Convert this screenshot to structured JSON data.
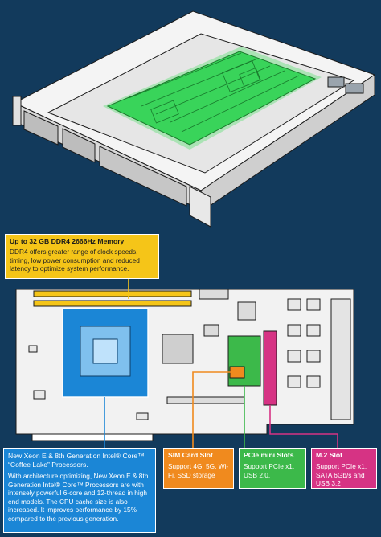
{
  "callouts": {
    "memory": {
      "title": "Up to 32 GB DDR4 2666Hz Memory",
      "body": "DDR4 offers greater range of clock speeds, timing, low power consumption and reduced latency to optimize system performance."
    },
    "cpu": {
      "title": "New Xeon E & 8th Generation Intel® Core™ “Coffee Lake” Processors.",
      "body": "With architecture optimizing, New Xeon E & 8th Generation Intel® Core™ Processors are with intensely powerful 6-core and 12-thread in high end models. The CPU cache size is also increased. It improves performance by 15% compared to the previous generation."
    },
    "sim": {
      "title": "SIM Card Slot",
      "body": "Support 4G, 5G, Wi-Fi, SSD storage"
    },
    "pcie": {
      "title": "PCIe mini Slots",
      "body": "Support PCIe x1, USB 2.0."
    },
    "m2": {
      "title": "M.2 Slot",
      "body": "Support PCIe x1, SATA 6Gb/s and USB 3.2"
    }
  },
  "colors": {
    "background": "#123a5c",
    "memory": "#f5c518",
    "cpu": "#1b86d6",
    "sim": "#f08a1e",
    "pcie": "#3cb94a",
    "m2": "#d63384",
    "board_highlight": "#3ddc5a"
  }
}
